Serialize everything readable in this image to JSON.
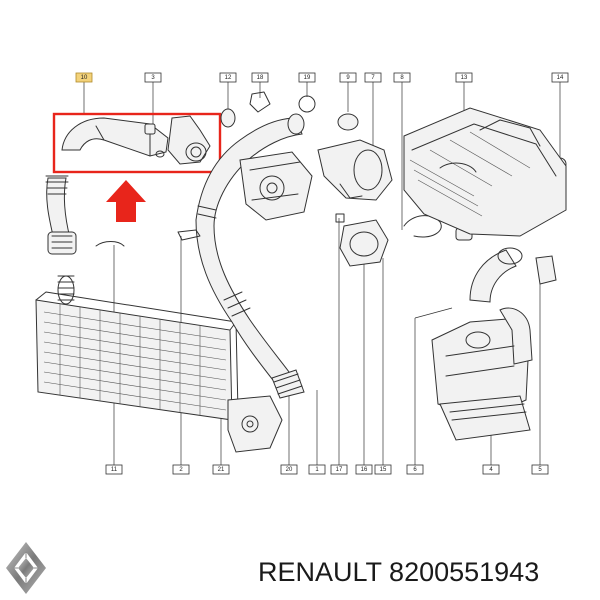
{
  "callouts": {
    "c10": "10",
    "c3": "3",
    "c12": "12",
    "c18": "18",
    "c19": "19",
    "c9": "9",
    "c7": "7",
    "c8": "8",
    "c13": "13",
    "c14": "14",
    "c11": "11",
    "c2": "2",
    "c21": "21",
    "c20": "20",
    "c1": "1",
    "c17": "17",
    "c16": "16",
    "c15": "15",
    "c6": "6",
    "c4": "4",
    "c5": "5"
  },
  "caption": {
    "brand": "RENAULT",
    "part_number": "8200551943"
  },
  "colors": {
    "highlight_box": "#e8251b",
    "arrow": "#e8251b",
    "line": "#333333",
    "highlight_callout": "#f3d27a"
  },
  "icons": {
    "logo": "renault-diamond-logo",
    "arrow": "up-arrow-icon"
  }
}
